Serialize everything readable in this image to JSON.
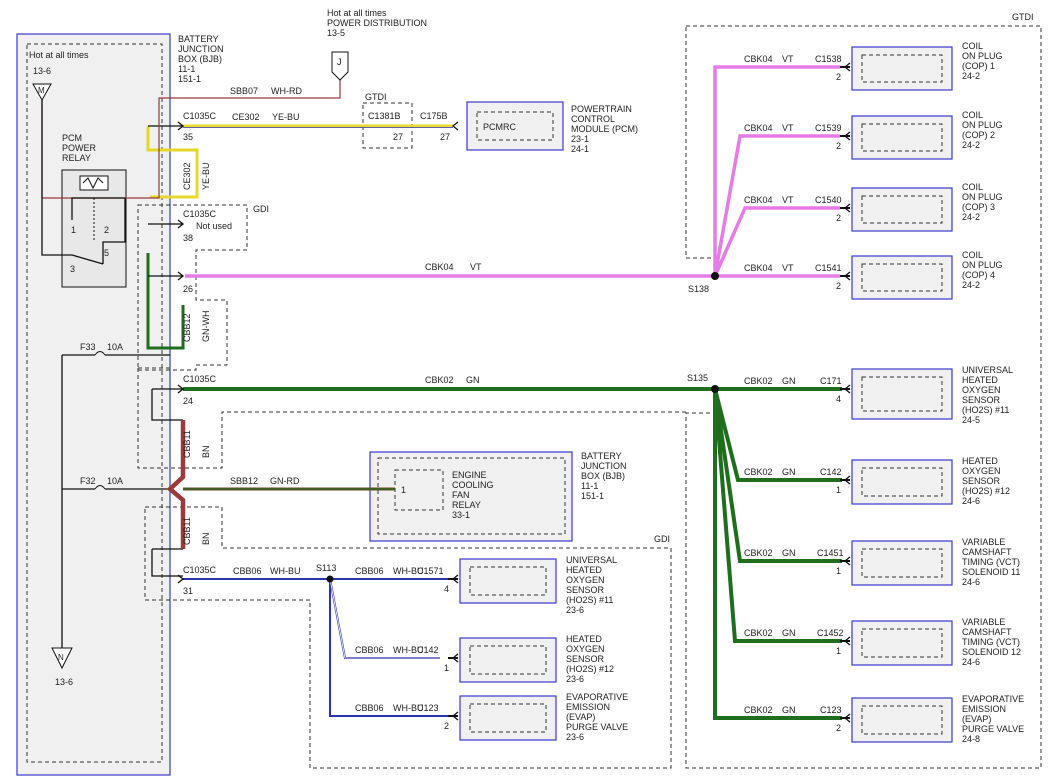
{
  "colors": {
    "violet": "#e67ae6",
    "green": "#1e6e1e",
    "brown": "#9a3a3a",
    "yellow": "#e6d82a",
    "white": "#ffffff",
    "blue": "#2b34b0",
    "box_fill": "#f0f0f0",
    "frame_blue": "#3a3ad0"
  },
  "labels": {
    "hot_at_all_times_left": "Hot at all times",
    "ref_13_6_top": "13-6",
    "fuse_m": "M",
    "pcm_relay": [
      "PCM",
      "POWER",
      "RELAY"
    ],
    "relay_pin1": "1",
    "relay_pin2": "2",
    "relay_pin3": "3",
    "relay_pin5": "5",
    "ground_n": "N",
    "ref_13_6_bottom": "13-6",
    "bjb_top": [
      "BATTERY",
      "JUNCTION",
      "BOX (BJB)",
      "11-1",
      "151-1"
    ],
    "hot_top": [
      "Hot at all times",
      "POWER DISTRIBUTION",
      "13-5"
    ],
    "j_label": "J",
    "sbb07": "SBB07",
    "sbb07_color": "WH-RD",
    "gtdi_small": "GTDI",
    "gtdi_right": "GTDI",
    "gdi_top": "GDI",
    "gdi_bottom": "GDI",
    "c1035c_1": "C1035C",
    "pin35": "35",
    "ce302": "CE302",
    "ce302_color": "YE-BU",
    "c1381b": "C1381B",
    "pin27a": "27",
    "c175b": "C175B",
    "pin27b": "27",
    "pcmrc": "PCMRC",
    "pcm_module": [
      "POWERTRAIN",
      "CONTROL",
      "MODULE (PCM)",
      "23-1",
      "24-1"
    ],
    "vert_ce302": "CE302",
    "vert_yebu": "YE-BU",
    "c1035c_2": "C1035C",
    "not_used": "Not used",
    "pin38": "38",
    "pin26": "26",
    "cbk04_main": "CBK04",
    "vt_main": "VT",
    "s138": "S138",
    "vert_cbb12": "CBB12",
    "vert_gnwh": "GN-WH",
    "f33": "F33",
    "f33_amp": "10A",
    "c1035c_3": "C1035C",
    "pin24": "24",
    "cbk02_main": "CBK02",
    "gn_main": "GN",
    "s135": "S135",
    "vert_cbb11a": "CBB11",
    "vert_bn_a": "BN",
    "f32": "F32",
    "f32_amp": "10A",
    "sbb12": "SBB12",
    "sbb12_color": "GN-RD",
    "ecf_pin": "1",
    "ecf_relay": [
      "ENGINE",
      "COOLING",
      "FAN",
      "RELAY",
      "33-1"
    ],
    "bjb_mid": [
      "BATTERY",
      "JUNCTION",
      "BOX (BJB)",
      "11-1",
      "151-1"
    ],
    "vert_cbb11b": "CBB11",
    "vert_bn_b": "BN",
    "c1035c_4": "C1035C",
    "pin31": "31",
    "cbb06_main": "CBB06",
    "whbu_main": "WH-BU",
    "s113": "S113"
  },
  "coils": [
    {
      "wire": "CBK04",
      "color": "VT",
      "conn": "C1538",
      "pin": "2",
      "label": [
        "COIL",
        "ON PLUG",
        "(COP) 1",
        "24-2"
      ]
    },
    {
      "wire": "CBK04",
      "color": "VT",
      "conn": "C1539",
      "pin": "2",
      "label": [
        "COIL",
        "ON PLUG",
        "(COP) 2",
        "24-2"
      ]
    },
    {
      "wire": "CBK04",
      "color": "VT",
      "conn": "C1540",
      "pin": "2",
      "label": [
        "COIL",
        "ON PLUG",
        "(COP) 3",
        "24-2"
      ]
    },
    {
      "wire": "CBK04",
      "color": "VT",
      "conn": "C1541",
      "pin": "2",
      "label": [
        "COIL",
        "ON PLUG",
        "(COP) 4",
        "24-2"
      ]
    }
  ],
  "right_green": [
    {
      "wire": "CBK02",
      "color": "GN",
      "conn": "C171",
      "pin": "4",
      "label": [
        "UNIVERSAL",
        "HEATED",
        "OXYGEN",
        "SENSOR",
        "(HO2S) #11",
        "24-5"
      ]
    },
    {
      "wire": "CBK02",
      "color": "GN",
      "conn": "C142",
      "pin": "1",
      "label": [
        "HEATED",
        "OXYGEN",
        "SENSOR",
        "(HO2S) #12",
        "24-6"
      ]
    },
    {
      "wire": "CBK02",
      "color": "GN",
      "conn": "C1451",
      "pin": "1",
      "label": [
        "VARIABLE",
        "CAMSHAFT",
        "TIMING (VCT)",
        "SOLENOID 11",
        "24-6"
      ]
    },
    {
      "wire": "CBK02",
      "color": "GN",
      "conn": "C1452",
      "pin": "1",
      "label": [
        "VARIABLE",
        "CAMSHAFT",
        "TIMING (VCT)",
        "SOLENOID 12",
        "24-6"
      ]
    },
    {
      "wire": "CBK02",
      "color": "GN",
      "conn": "C123",
      "pin": "2",
      "label": [
        "EVAPORATIVE",
        "EMISSION",
        "(EVAP)",
        "PURGE VALVE",
        "24-8"
      ]
    }
  ],
  "bottom_white": [
    {
      "wire": "CBB06",
      "color": "WH-BU",
      "conn": "C1571",
      "pin": "4",
      "label": [
        "UNIVERSAL",
        "HEATED",
        "OXYGEN",
        "SENSOR",
        "(HO2S) #11",
        "23-6"
      ]
    },
    {
      "wire": "CBB06",
      "color": "WH-BU",
      "conn": "C142",
      "pin": "1",
      "label": [
        "HEATED",
        "OXYGEN",
        "SENSOR",
        "(HO2S) #12",
        "23-6"
      ]
    },
    {
      "wire": "CBB06",
      "color": "WH-BU",
      "conn": "C123",
      "pin": "2",
      "label": [
        "EVAPORATIVE",
        "EMISSION",
        "(EVAP)",
        "PURGE VALVE",
        "23-6"
      ]
    }
  ]
}
